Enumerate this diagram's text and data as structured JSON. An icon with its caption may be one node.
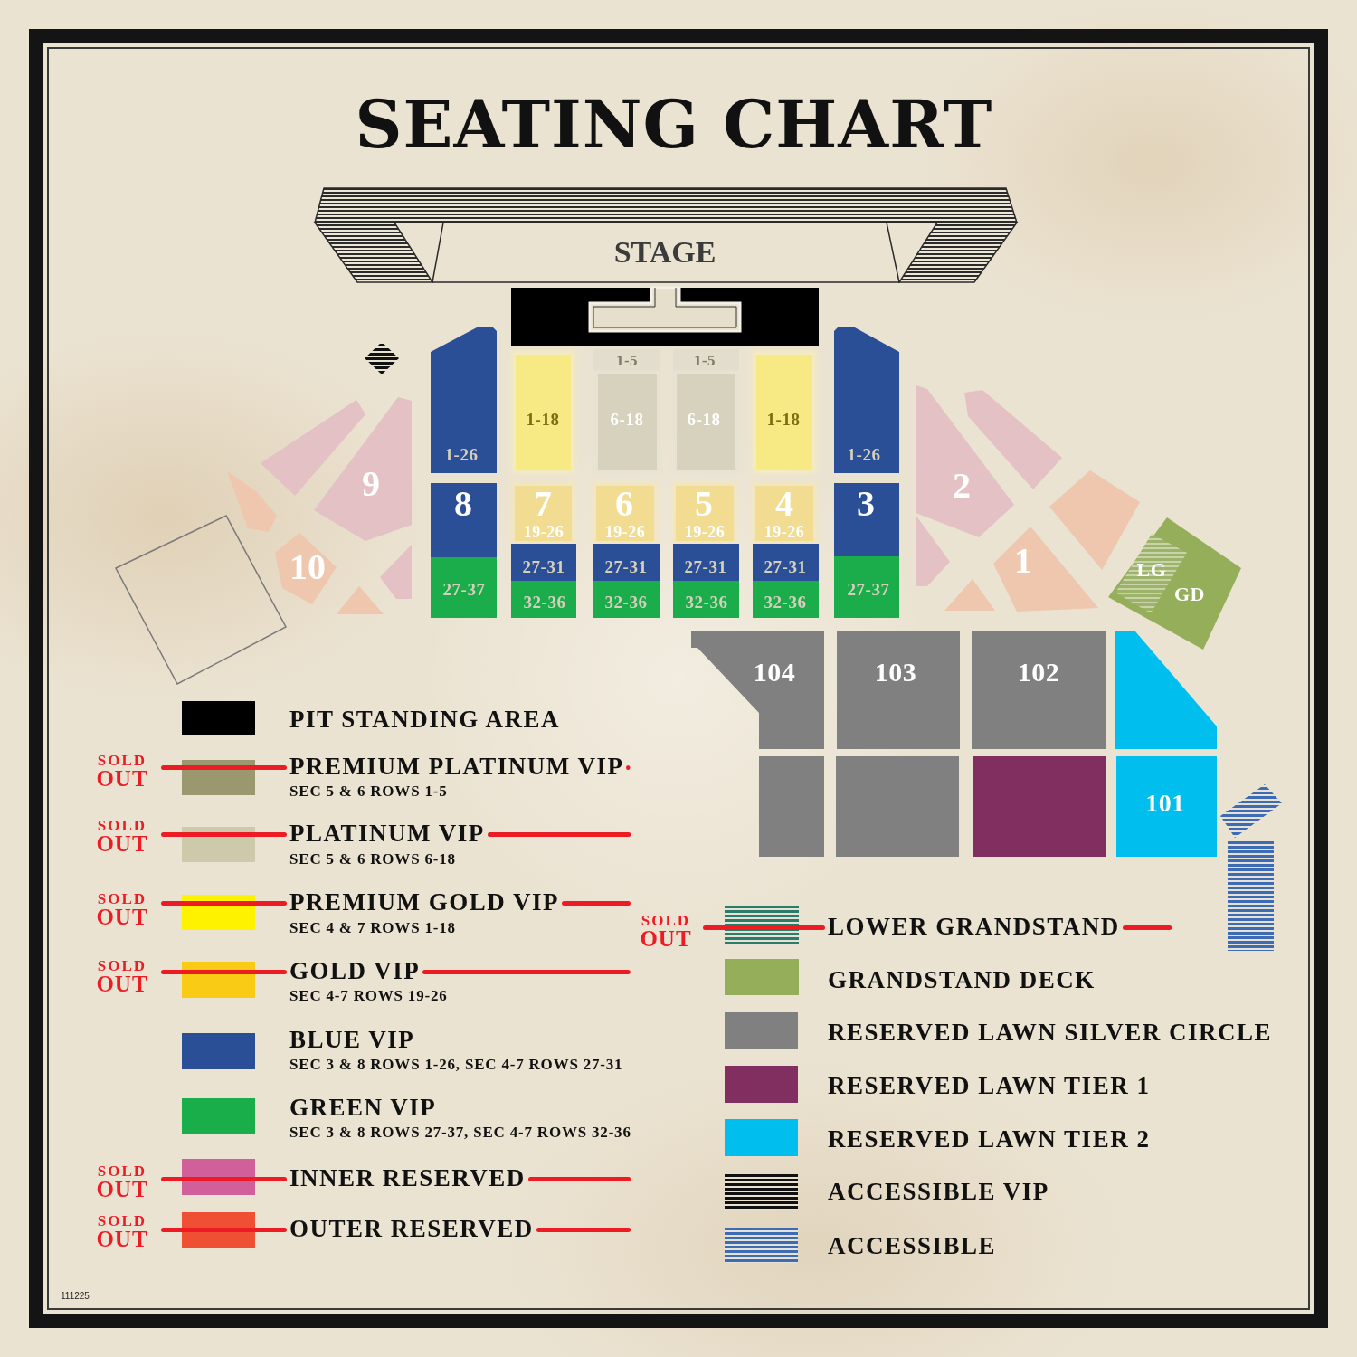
{
  "diagram": {
    "title": "SEATING CHART",
    "nodes": [
      {
        "text": [
          "STAGE"
        ]
      },
      {
        "text": [],
        "shape": "box"
      },
      {
        "text": [],
        "shape": "diamond"
      },
      {
        "text": [
          "1-26"
        ]
      },
      {
        "text": [
          "1-18"
        ]
      },
      {
        "text": [
          "1-5"
        ]
      },
      {
        "text": [
          "6-18"
        ]
      },
      {
        "text": [
          "1-5"
        ]
      },
      {
        "text": [
          "6-18"
        ]
      },
      {
        "text": [
          "1-18"
        ]
      },
      {
        "text": [
          "1-26"
        ]
      },
      {
        "text": [],
        "shape": "box"
      },
      {
        "text": [
          "9"
        ]
      },
      {
        "text": [
          "2"
        ]
      },
      {
        "text": [],
        "shape": "box"
      },
      {
        "text": [],
        "shape": "box"
      },
      {
        "text": [],
        "shape": "triangle"
      },
      {
        "text": [
          "8"
        ]
      },
      {
        "text": [
          "7",
          "19-26"
        ]
      },
      {
        "text": [
          "6",
          "19-26"
        ]
      },
      {
        "text": [
          "5",
          "19-26"
        ]
      },
      {
        "text": [
          "4",
          "19-26"
        ]
      },
      {
        "text": [
          "3"
        ]
      },
      {
        "text": [],
        "shape": "triangle"
      },
      {
        "text": [],
        "shape": "box"
      },
      {
        "text": [],
        "shape": "box"
      },
      {
        "text": [
          "10"
        ]
      },
      {
        "text": [
          "27-31"
        ]
      },
      {
        "text": [
          "27-31"
        ]
      },
      {
        "text": [
          "27-31"
        ]
      },
      {
        "text": [
          "27-31"
        ]
      },
      {
        "text": [
          "1"
        ]
      },
      {
        "text": [
          "GD"
        ]
      },
      {
        "text": [
          "LG"
        ],
        "in": 32
      },
      {
        "text": [
          "27-37"
        ]
      },
      {
        "text": [
          "32-36"
        ]
      },
      {
        "text": [
          "32-36"
        ]
      },
      {
        "text": [
          "32-36"
        ]
      },
      {
        "text": [
          "32-36"
        ]
      },
      {
        "text": [
          "27-37"
        ]
      },
      {
        "text": [],
        "shape": "triangle"
      },
      {
        "text": [],
        "shape": "triangle"
      },
      {
        "text": [
          "104"
        ]
      },
      {
        "text": [
          "103"
        ]
      },
      {
        "text": [
          "102"
        ]
      },
      {
        "text": [],
        "shape": "box"
      },
      {
        "text": [],
        "shape": "box"
      },
      {
        "text": [],
        "shape": "box"
      },
      {
        "text": [],
        "shape": "box"
      },
      {
        "text": [
          "101"
        ]
      },
      {
        "text": [],
        "shape": "bar"
      },
      {
        "text": [],
        "shape": "bar"
      }
    ],
    "labels": [
      "SOLD OUT",
      "SEC 5 & 6 ROWS 1-5",
      "SOLD OUT",
      "SEC 5 & 6 ROWS 6-18",
      "SOLD OUT",
      "SEC 4 & 7 ROWS 1-18",
      "SOLD OUT",
      "SEC 4-7 ROWS 19-26",
      "SEC 3 & 8 ROWS 1-26, SEC 4-7 ROWS 27-31",
      "SEC 3 & 8 ROWS 27-37, SEC 4-7 ROWS 32-36",
      "SOLD OUT",
      "SOLD OUT",
      "SOLD OUT",
      "111225"
    ],
    "legend": [
      {
        "text": "PIT STANDING AREA",
        "color": "#000000"
      },
      {
        "text": "PREMIUM PLATINUM VIP",
        "color": "#9b9870"
      },
      {
        "text": "PLATINUM VIP",
        "color": "#cdc9ab"
      },
      {
        "text": "PREMIUM GOLD VIP",
        "color": "#fff200"
      },
      {
        "text": "GOLD VIP",
        "color": "#f9cb14"
      },
      {
        "text": "BLUE VIP",
        "color": "#2a4f96"
      },
      {
        "text": "GREEN VIP",
        "color": "#1aae4a"
      },
      {
        "text": "INNER RESERVED",
        "color": "#d1609a"
      },
      {
        "text": "OUTER RESERVED",
        "color": "#ef5033"
      },
      {
        "text": "LOWER GRANDSTAND"
      },
      {
        "text": "GRANDSTAND DECK",
        "color": "#94ae5a"
      },
      {
        "text": "RESERVED LAWN SILVER CIRCLE",
        "color": "#808080"
      },
      {
        "text": "RESERVED LAWN TIER 1",
        "color": "#812f60"
      },
      {
        "text": "RESERVED LAWN TIER 2",
        "color": "#00bfef"
      },
      {
        "text": "ACCESSIBLE VIP"
      },
      {
        "text": "ACCESSIBLE"
      }
    ]
  }
}
